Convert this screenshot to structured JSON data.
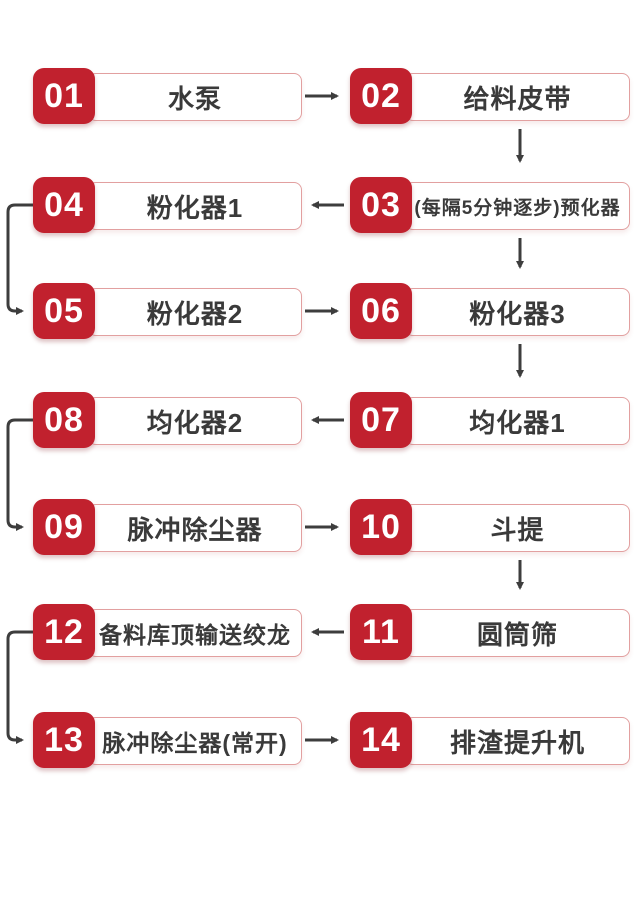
{
  "diagram": {
    "title": "process-flowchart",
    "type": "flowchart",
    "accent_color": "#c1212e",
    "box_border_color": "#e2a0a0",
    "arrow_color": "#3d3d3d",
    "nodes": [
      {
        "id": "01",
        "label": "水泵",
        "row": 1,
        "col": "left"
      },
      {
        "id": "02",
        "label": "给料皮带",
        "row": 1,
        "col": "right"
      },
      {
        "id": "03",
        "label": "(每隔5分钟逐步)预化器",
        "row": 2,
        "col": "right"
      },
      {
        "id": "04",
        "label": "粉化器1",
        "row": 2,
        "col": "left"
      },
      {
        "id": "05",
        "label": "粉化器2",
        "row": 3,
        "col": "left"
      },
      {
        "id": "06",
        "label": "粉化器3",
        "row": 3,
        "col": "right"
      },
      {
        "id": "07",
        "label": "均化器1",
        "row": 4,
        "col": "right"
      },
      {
        "id": "08",
        "label": "均化器2",
        "row": 4,
        "col": "left"
      },
      {
        "id": "09",
        "label": "脉冲除尘器",
        "row": 5,
        "col": "left"
      },
      {
        "id": "10",
        "label": "斗提",
        "row": 5,
        "col": "right"
      },
      {
        "id": "11",
        "label": "圆筒筛",
        "row": 6,
        "col": "right"
      },
      {
        "id": "12",
        "label": "备料库顶输送绞龙",
        "row": 6,
        "col": "left"
      },
      {
        "id": "13",
        "label": "脉冲除尘器(常开)",
        "row": 7,
        "col": "left"
      },
      {
        "id": "14",
        "label": "排渣提升机",
        "row": 7,
        "col": "right"
      }
    ],
    "edges": [
      {
        "from": "01",
        "to": "02",
        "kind": "right"
      },
      {
        "from": "02",
        "to": "03",
        "kind": "down"
      },
      {
        "from": "03",
        "to": "04",
        "kind": "left"
      },
      {
        "from": "03",
        "to": "06",
        "kind": "down"
      },
      {
        "from": "04",
        "to": "05",
        "kind": "elbow"
      },
      {
        "from": "05",
        "to": "06",
        "kind": "right"
      },
      {
        "from": "06",
        "to": "07",
        "kind": "down"
      },
      {
        "from": "07",
        "to": "08",
        "kind": "left"
      },
      {
        "from": "08",
        "to": "09",
        "kind": "elbow"
      },
      {
        "from": "09",
        "to": "10",
        "kind": "right"
      },
      {
        "from": "10",
        "to": "11",
        "kind": "down"
      },
      {
        "from": "11",
        "to": "12",
        "kind": "left"
      },
      {
        "from": "12",
        "to": "13",
        "kind": "elbow"
      },
      {
        "from": "13",
        "to": "14",
        "kind": "right"
      }
    ]
  }
}
